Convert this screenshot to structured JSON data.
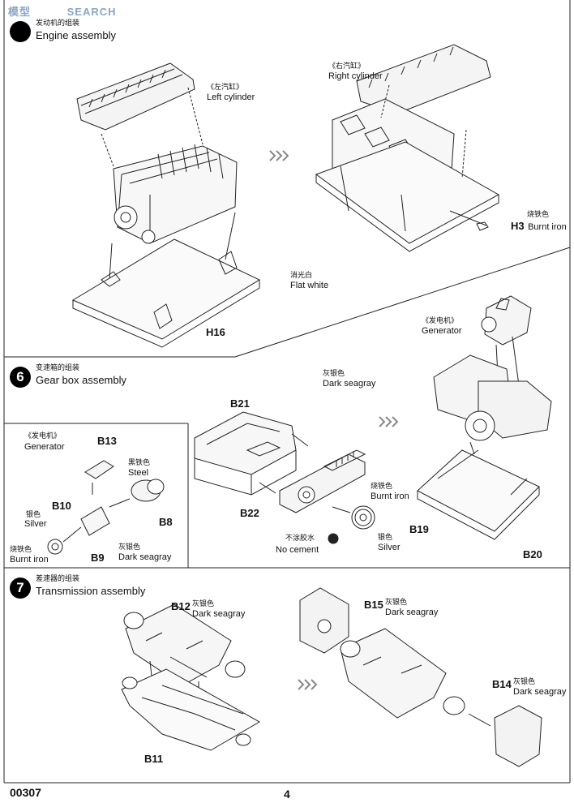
{
  "watermark": {
    "left": "模型",
    "right": "SEARCH"
  },
  "step5": {
    "title_cn": "发动机的组装",
    "title_en": "Engine assembly"
  },
  "step5_labels": {
    "left_cn": "《左汽缸》",
    "left_en": "Left cylinder",
    "right_cn": "《右汽缸》",
    "right_en": "Right cylinder",
    "h3_cn": "烧铁色",
    "h3_part": "H3",
    "h3_en": "Burnt iron",
    "flat_cn": "消光白",
    "flat_en": "Flat white",
    "h16": "H16",
    "gen_cn": "《发电机》",
    "gen_en": "Generator"
  },
  "step6": {
    "number": "6",
    "title_cn": "变速箱的组装",
    "title_en": "Gear box assembly"
  },
  "step6_labels": {
    "seagray_cn": "灰银色",
    "seagray_en": "Dark seagray",
    "b21": "B21",
    "b22": "B22",
    "b19": "B19",
    "b20": "B20",
    "burnt_cn": "烧铁色",
    "burnt_en": "Burnt iron",
    "nocement_cn": "不涂胶水",
    "nocement_en": "No cement",
    "silver_cn": "银色",
    "silver_en": "Silver"
  },
  "inset": {
    "gen_cn": "《发电机》",
    "gen_en": "Generator",
    "b13": "B13",
    "steel_cn": "黑铁色",
    "steel_en": "Steel",
    "b10": "B10",
    "silver_cn": "银色",
    "silver_en": "Silver",
    "b8": "B8",
    "burnt_cn": "烧铁色",
    "burnt_en": "Burnt iron",
    "b9": "B9",
    "seagray_cn": "灰银色",
    "seagray_en": "Dark seagray"
  },
  "step7": {
    "number": "7",
    "title_cn": "差速器的组装",
    "title_en": "Transmission assembly"
  },
  "step7_labels": {
    "b12": "B12",
    "b12_cn": "灰银色",
    "b12_en": "Dark seagray",
    "b15": "B15",
    "b15_cn": "灰银色",
    "b15_en": "Dark seagray",
    "b14": "B14",
    "b14_cn": "灰银色",
    "b14_en": "Dark seagray",
    "b11": "B11"
  },
  "footer": {
    "code": "00307",
    "page": "4"
  }
}
